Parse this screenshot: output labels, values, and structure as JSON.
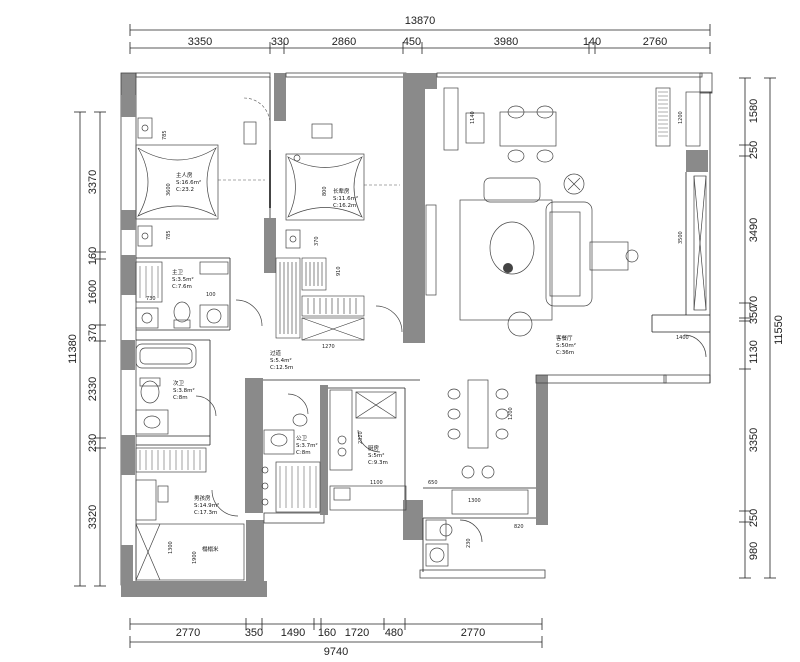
{
  "dimensions": {
    "top_total": "13870",
    "top": [
      "3350",
      "330",
      "2860",
      "450",
      "3980",
      "140",
      "2760"
    ],
    "bottom_total": "9740",
    "bottom": [
      "2770",
      "350",
      "1490",
      "160",
      "1720",
      "480",
      "2770"
    ],
    "left_total": "11380",
    "left": [
      "3370",
      "160",
      "1600",
      "370",
      "2330",
      "230",
      "3320"
    ],
    "right_total": "11550",
    "right": [
      "1580",
      "250",
      "3490",
      "350",
      "70",
      "1130",
      "3350",
      "250",
      "980"
    ]
  },
  "rooms": {
    "master_bedroom": {
      "name": "主人房",
      "area": "S:16.6m²",
      "perimeter": "C:23.2"
    },
    "elder_bedroom": {
      "name": "长辈房",
      "area": "S:11.6m²",
      "perimeter": "C:16.2m"
    },
    "master_bath": {
      "name": "主卫",
      "area": "S:3.5m²",
      "perimeter": "C:7.6m"
    },
    "hallway": {
      "name": "过道",
      "area": "S:5.4m²",
      "perimeter": "C:12.5m"
    },
    "second_bath": {
      "name": "次卫",
      "area": "S:3.8m²",
      "perimeter": "C:8m"
    },
    "public_bath": {
      "name": "公卫",
      "area": "S:3.7m²",
      "perimeter": "C:8m"
    },
    "kitchen": {
      "name": "厨房",
      "area": "S:5m²",
      "perimeter": "C:9.3m"
    },
    "living_dining": {
      "name": "客餐厅",
      "area": "S:50m²",
      "perimeter": "C:36m"
    },
    "boy_room": {
      "name": "男孩房",
      "area": "S:14.9m²",
      "perimeter": "C:17.3m"
    },
    "tatami": {
      "name": "榻榻米"
    }
  },
  "annotations": {
    "a785": "785",
    "a3600": "3600",
    "a785b": "785",
    "a800": "800",
    "a1100": "1100",
    "a650": "650",
    "a1300": "1300",
    "a820": "820",
    "a1400": "1400",
    "a1270": "1270",
    "a1140": "1140",
    "a3500": "3500",
    "a1200": "1200",
    "a2320": "2320",
    "a370": "370",
    "a910": "910",
    "a730": "730",
    "a1300b": "1300",
    "a1900": "1900",
    "a1200b": "1200",
    "a230": "230",
    "a100": "100"
  }
}
